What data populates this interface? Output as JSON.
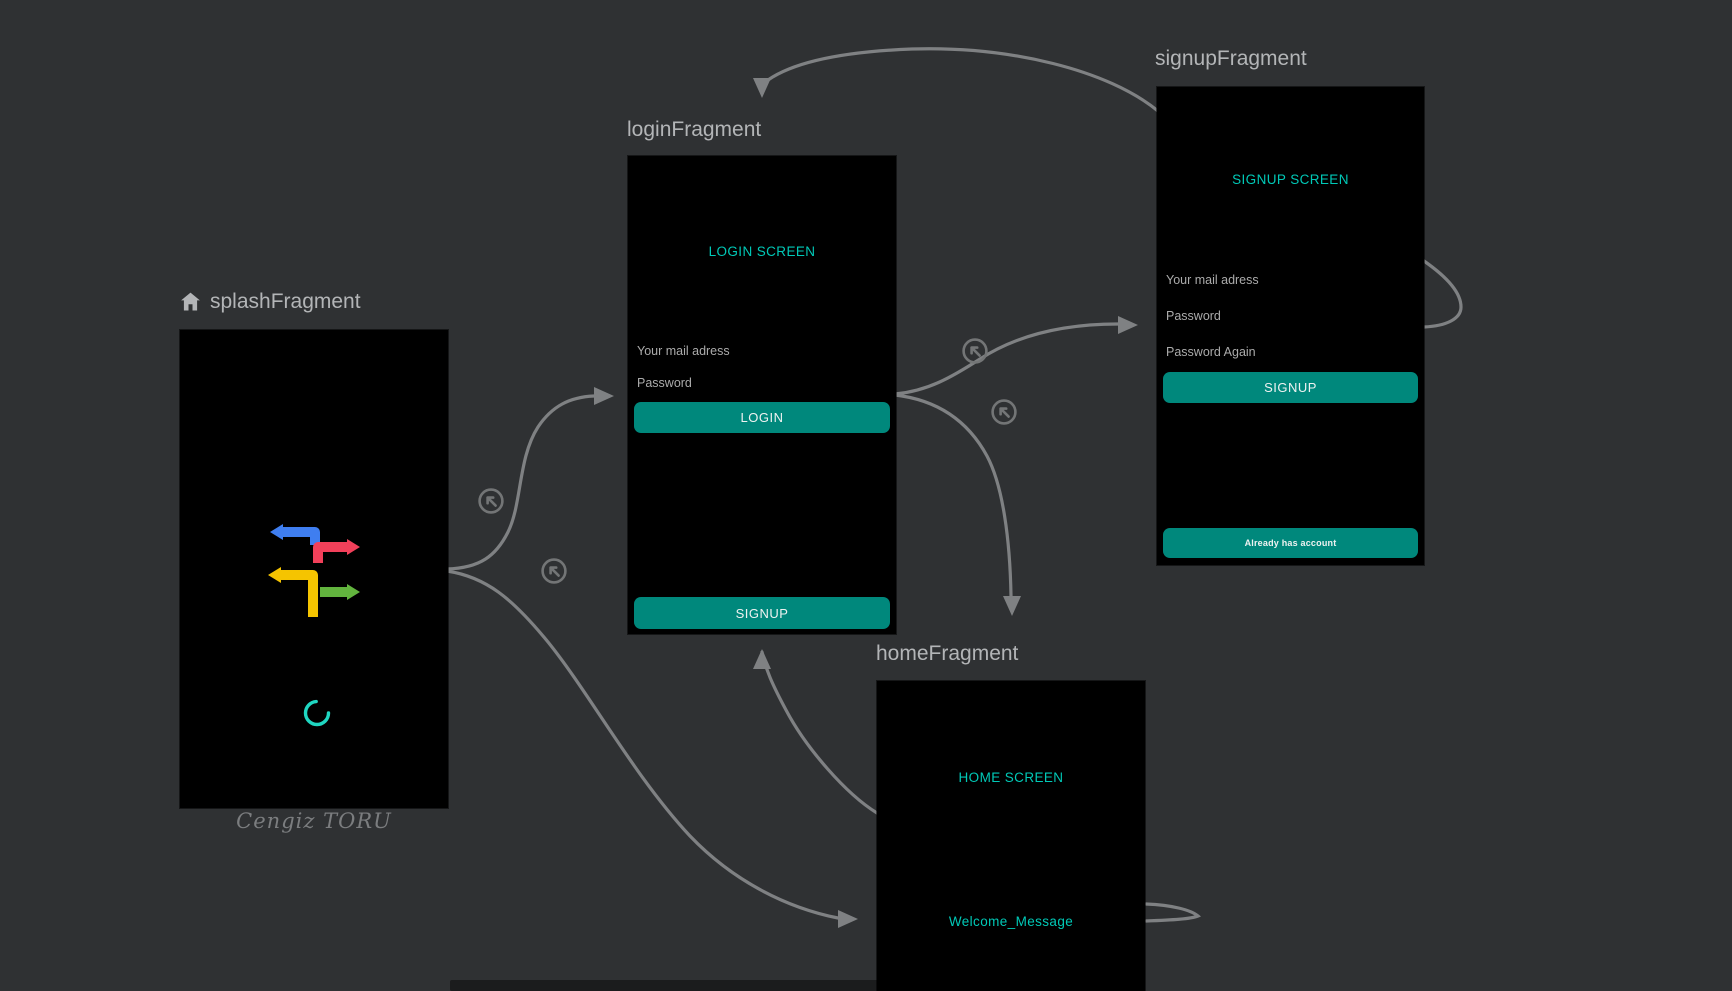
{
  "editor": {
    "type": "android-navigation-graph",
    "colors": {
      "canvas_bg": "#2f3133",
      "phone_bg": "#000000",
      "accent_text_teal": "#00c9b7",
      "button_teal": "#00887c",
      "wire_gray": "#7f8183",
      "label_gray": "#b3b5b7",
      "hint_gray": "#ababab",
      "spinner_teal": "#1fd6c1"
    },
    "icons": {
      "start_destination": "home-icon",
      "pop_action": "circled-arrow-up-left-icon",
      "splash_logo": "four-directional-arrows-icon"
    },
    "actions": [
      {
        "from": "splashFragment",
        "to": "loginFragment"
      },
      {
        "from": "splashFragment",
        "to": "homeFragment"
      },
      {
        "from": "loginFragment",
        "to": "signupFragment"
      },
      {
        "from": "loginFragment",
        "to": "homeFragment"
      },
      {
        "from": "homeFragment",
        "to": "loginFragment"
      },
      {
        "from": "signupFragment",
        "to": "loginFragment"
      }
    ]
  },
  "fragments": {
    "splash": {
      "label": "splashFragment",
      "is_start_destination": true,
      "signature": "Cengiz TORU",
      "logo_colors": {
        "blue": "#3f7ef0",
        "red": "#f2405a",
        "yellow": "#f5c400",
        "green": "#62b43e"
      }
    },
    "login": {
      "label": "loginFragment",
      "screen_title": "LOGIN SCREEN",
      "email_hint": "Your mail adress",
      "password_hint": "Password",
      "login_button": "LOGIN",
      "signup_button": "SIGNUP"
    },
    "signup": {
      "label": "signupFragment",
      "screen_title": "SIGNUP SCREEN",
      "email_hint": "Your mail adress",
      "password_hint": "Password",
      "password_again_hint": "Password Again",
      "signup_button": "SIGNUP",
      "already_account_button": "Already has account"
    },
    "home": {
      "label": "homeFragment",
      "screen_title": "HOME SCREEN",
      "welcome_text": "Welcome_Message"
    }
  }
}
